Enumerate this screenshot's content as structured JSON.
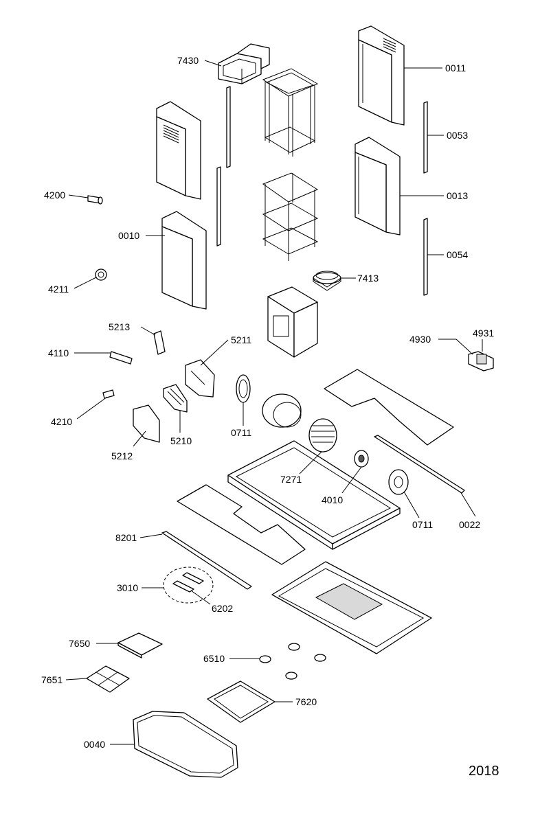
{
  "labels": {
    "l7430": "7430",
    "l0011": "0011",
    "l0053": "0053",
    "l0013": "0013",
    "l4200": "4200",
    "l0010": "0010",
    "l0054": "0054",
    "l7413": "7413",
    "l4211": "4211",
    "l5213": "5213",
    "l5211": "5211",
    "l4930": "4930",
    "l4931": "4931",
    "l4110": "4110",
    "l4210": "4210",
    "l0711a": "0711",
    "l5210": "5210",
    "l5212": "5212",
    "l7271": "7271",
    "l4010": "4010",
    "l0711b": "0711",
    "l0022": "0022",
    "l8201": "8201",
    "l3010": "3010",
    "l6202": "6202",
    "l7650": "7650",
    "l6510": "6510",
    "l7651": "7651",
    "l7620": "7620",
    "l0040": "0040"
  },
  "year": "2018"
}
